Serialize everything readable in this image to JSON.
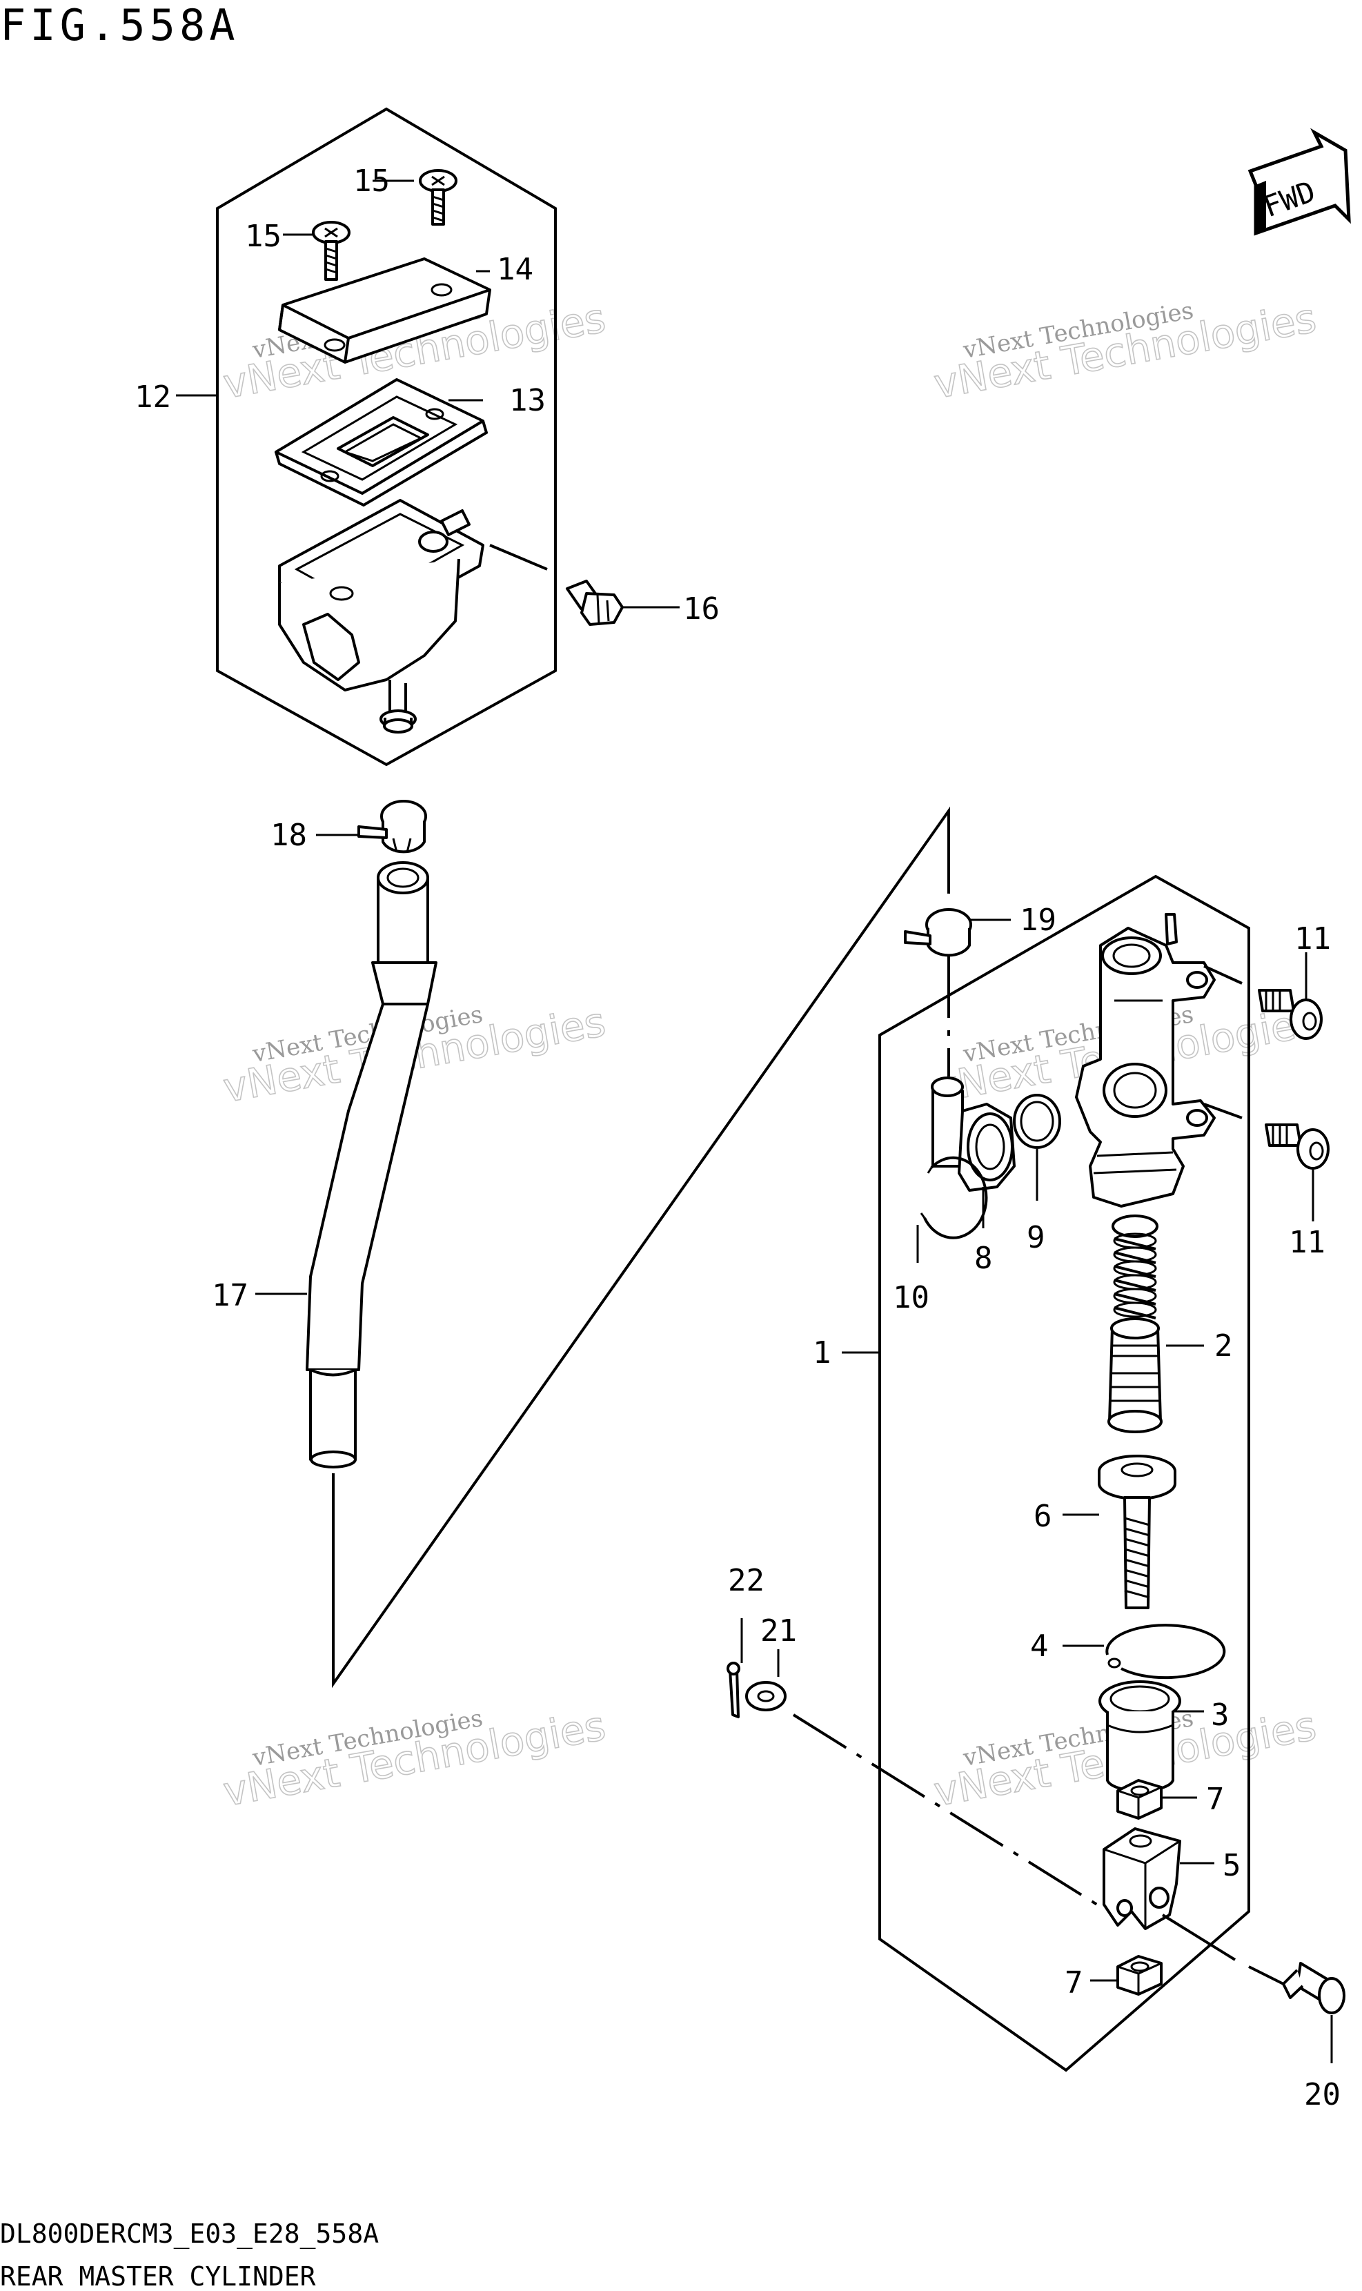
{
  "figure": {
    "title": "FIG.558A",
    "code": "DL800DERCM3_E03_E28_558A",
    "caption": "REAR MASTER CYLINDER",
    "fwd_label": "FWD"
  },
  "watermark": {
    "line1": "vNext Technologies",
    "line2": "vNext Technologies"
  },
  "callouts": [
    {
      "id": "c1",
      "label": "1"
    },
    {
      "id": "c2",
      "label": "2"
    },
    {
      "id": "c3",
      "label": "3"
    },
    {
      "id": "c4",
      "label": "4"
    },
    {
      "id": "c5",
      "label": "5"
    },
    {
      "id": "c6",
      "label": "6"
    },
    {
      "id": "c7a",
      "label": "7"
    },
    {
      "id": "c7b",
      "label": "7"
    },
    {
      "id": "c8",
      "label": "8"
    },
    {
      "id": "c9",
      "label": "9"
    },
    {
      "id": "c10",
      "label": "10"
    },
    {
      "id": "c11a",
      "label": "11"
    },
    {
      "id": "c11b",
      "label": "11"
    },
    {
      "id": "c12",
      "label": "12"
    },
    {
      "id": "c13",
      "label": "13"
    },
    {
      "id": "c14",
      "label": "14"
    },
    {
      "id": "c15a",
      "label": "15"
    },
    {
      "id": "c15b",
      "label": "15"
    },
    {
      "id": "c16",
      "label": "16"
    },
    {
      "id": "c17",
      "label": "17"
    },
    {
      "id": "c18",
      "label": "18"
    },
    {
      "id": "c19",
      "label": "19"
    },
    {
      "id": "c20",
      "label": "20"
    },
    {
      "id": "c21",
      "label": "21"
    },
    {
      "id": "c22",
      "label": "22"
    }
  ]
}
